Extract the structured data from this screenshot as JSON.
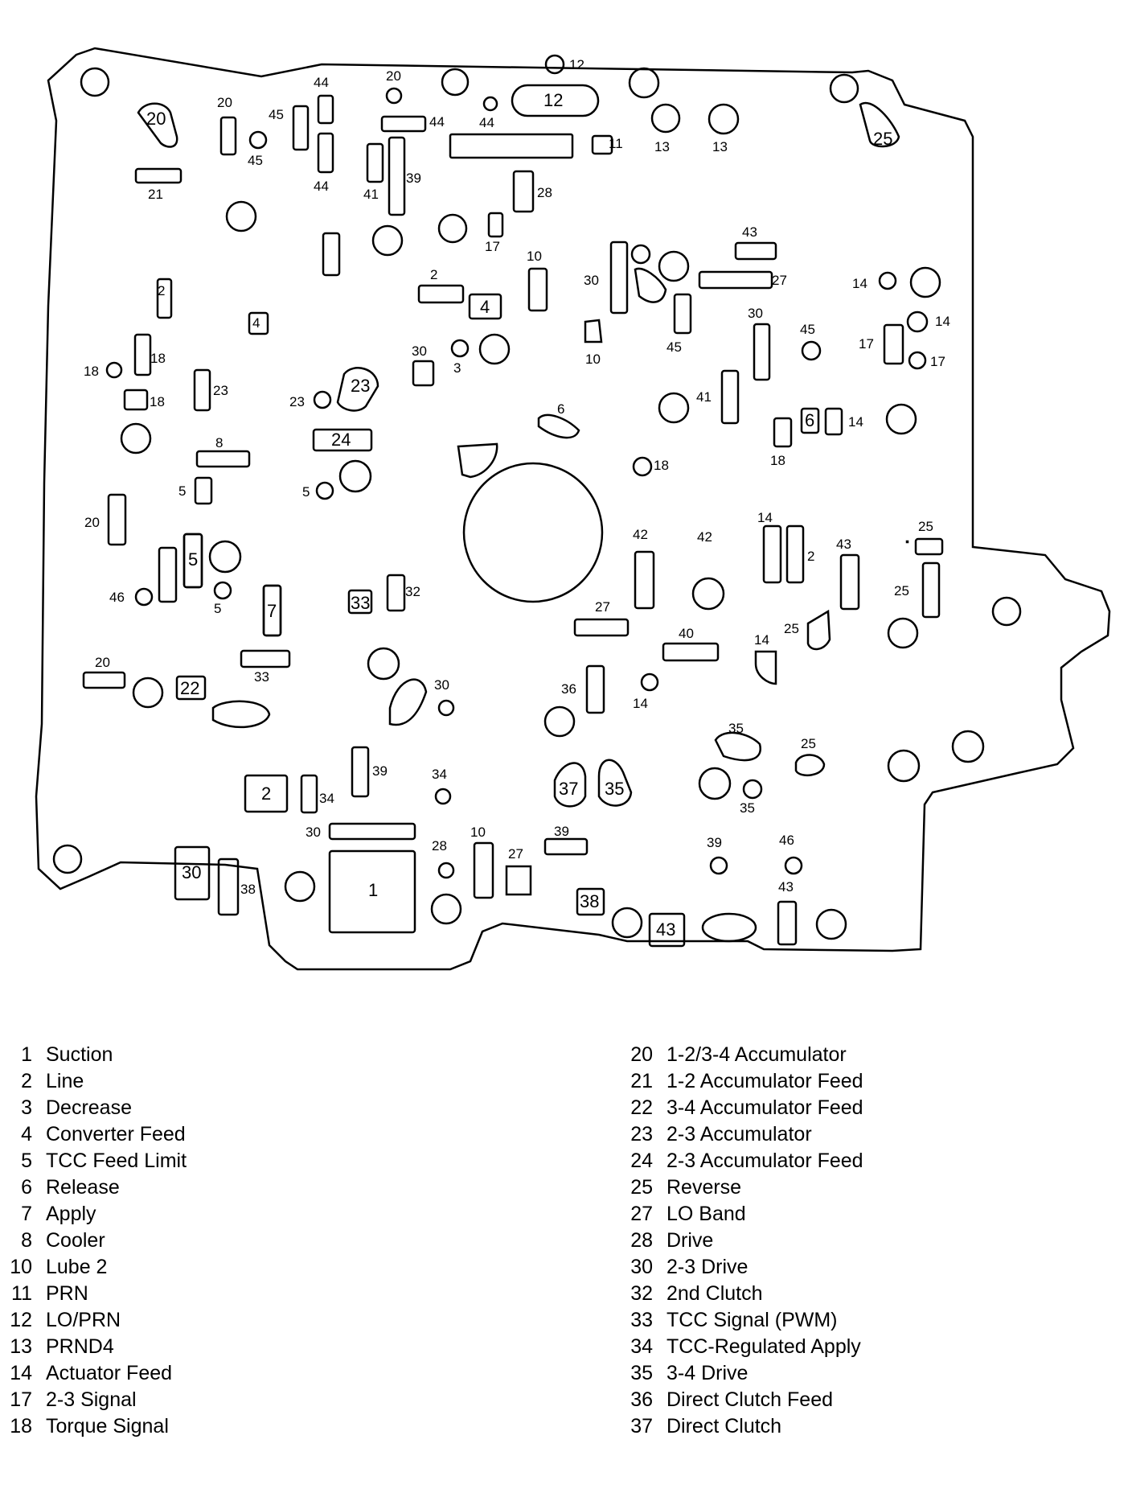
{
  "diagram_labels": {
    "port_1": "1",
    "port_2": "2",
    "port_4": "4",
    "port_12": "12",
    "port_20": "20",
    "port_23": "23",
    "port_24": "24",
    "port_30": "30",
    "port_33": "33",
    "port_37": "37",
    "port_35": "35",
    "port_38": "38",
    "port_43": "43",
    "port_25": "25",
    "port_6": "6",
    "port_22": "22",
    "port_5": "5",
    "port_7": "7"
  },
  "legend_left": [
    {
      "num": "1",
      "name": "Suction"
    },
    {
      "num": "2",
      "name": "Line"
    },
    {
      "num": "3",
      "name": "Decrease"
    },
    {
      "num": "4",
      "name": "Converter Feed"
    },
    {
      "num": "5",
      "name": "TCC Feed Limit"
    },
    {
      "num": "6",
      "name": "Release"
    },
    {
      "num": "7",
      "name": "Apply"
    },
    {
      "num": "8",
      "name": "Cooler"
    },
    {
      "num": "10",
      "name": "Lube 2"
    },
    {
      "num": "11",
      "name": "PRN"
    },
    {
      "num": "12",
      "name": "LO/PRN"
    },
    {
      "num": "13",
      "name": "PRND4"
    },
    {
      "num": "14",
      "name": "Actuator Feed"
    },
    {
      "num": "17",
      "name": "2-3 Signal"
    },
    {
      "num": "18",
      "name": "Torque Signal"
    }
  ],
  "legend_right": [
    {
      "num": "20",
      "name": "1-2/3-4 Accumulator"
    },
    {
      "num": "21",
      "name": "1-2 Accumulator Feed"
    },
    {
      "num": "22",
      "name": "3-4 Accumulator Feed"
    },
    {
      "num": "23",
      "name": "2-3 Accumulator"
    },
    {
      "num": "24",
      "name": "2-3 Accumulator Feed"
    },
    {
      "num": "25",
      "name": "Reverse"
    },
    {
      "num": "27",
      "name": "LO Band"
    },
    {
      "num": "28",
      "name": "Drive"
    },
    {
      "num": "30",
      "name": "2-3 Drive"
    },
    {
      "num": "32",
      "name": "2nd Clutch"
    },
    {
      "num": "33",
      "name": "TCC Signal (PWM)"
    },
    {
      "num": "34",
      "name": "TCC-Regulated Apply"
    },
    {
      "num": "35",
      "name": "3-4 Drive"
    },
    {
      "num": "36",
      "name": "Direct Clutch Feed"
    },
    {
      "num": "37",
      "name": "Direct Clutch"
    }
  ]
}
